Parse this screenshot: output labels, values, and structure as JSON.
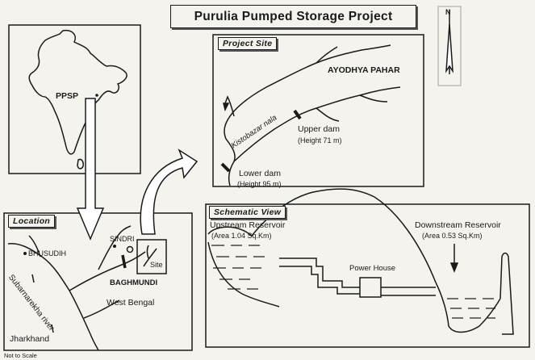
{
  "title": "Purulia Pumped Storage Project",
  "north": "N",
  "india_map": {
    "marker": "PPSP"
  },
  "project_site": {
    "heading": "Project Site",
    "hill": "AYODHYA PAHAR",
    "stream": "Kistobazar nala",
    "upper_dam": "Upper dam",
    "upper_dam_height": "(Height 71 m)",
    "lower_dam": "Lower dam",
    "lower_dam_height": "(Height 95 m)"
  },
  "location": {
    "heading": "Location",
    "places": [
      "BHUSUDIH",
      "SINDRI",
      "BAGHMUNDI",
      "Site"
    ],
    "river": "Subarnarekha river",
    "state_west_bengal": "West Bengal",
    "state_jharkhand": "Jharkhand",
    "scale_note": "Not to Scale"
  },
  "schematic": {
    "heading": "Schematic View",
    "upstream": "Upstream Reservoir",
    "upstream_area": "(Area 1.04 Sq.Km)",
    "downstream": "Downstream Reservoir",
    "downstream_area": "(Area 0.53 Sq.Km)",
    "power_house": "Power House"
  },
  "colors": {
    "ink": "#1a1a1a",
    "paper": "#f4f3ee",
    "arrow_fill": "#ffffff"
  }
}
